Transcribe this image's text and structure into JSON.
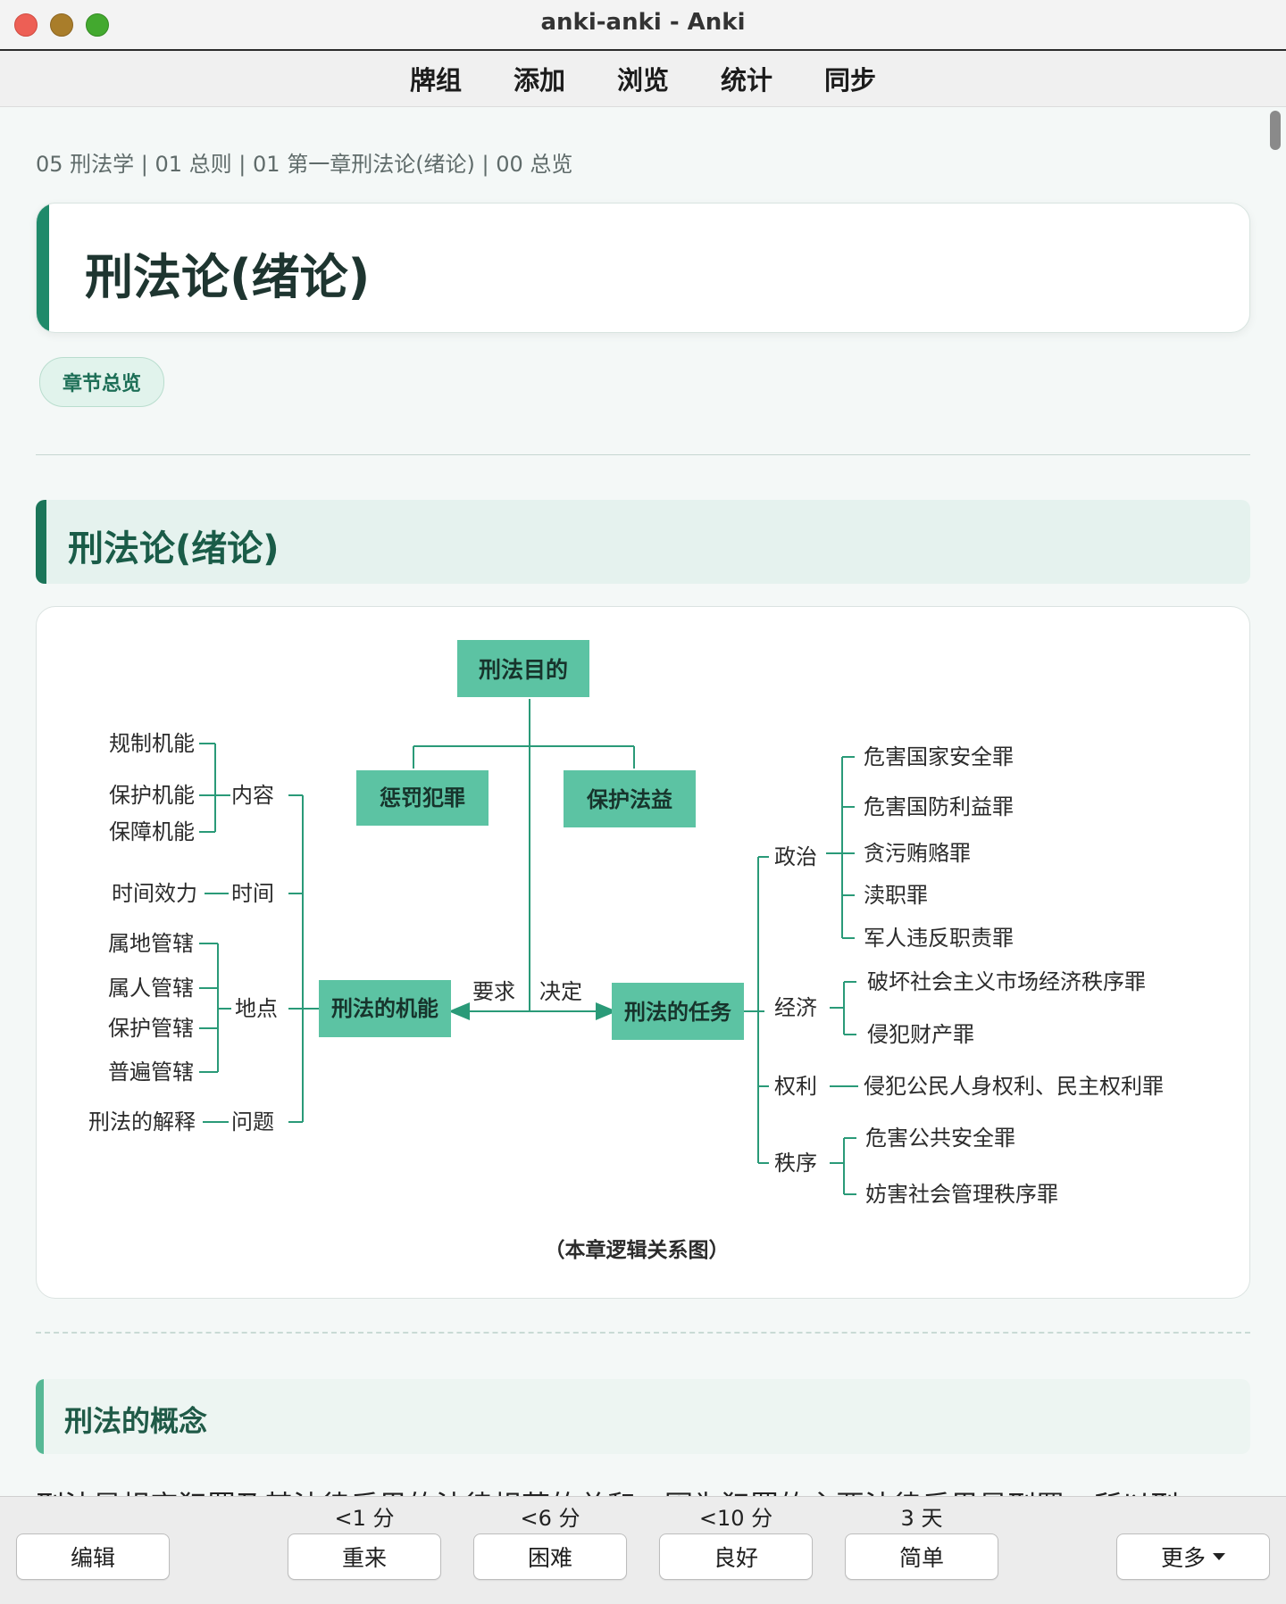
{
  "window": {
    "title": "anki-anki - Anki"
  },
  "toolbar": {
    "items": [
      "牌组",
      "添加",
      "浏览",
      "统计",
      "同步"
    ]
  },
  "card": {
    "breadcrumb": "05 刑法学 | 01 总则 | 01 第一章刑法论(绪论) | 00 总览",
    "title": "刑法论(绪论)",
    "badge": "章节总览",
    "section_title": "刑法论(绪论)",
    "subsection_title": "刑法的概念",
    "body_text": "刑法是规定犯罪及其法律后果的法律规范的总和。因为犯罪的主要法律后果是刑罚，所以刑"
  },
  "diagram": {
    "top_box": "刑法目的",
    "mid_boxes": [
      "惩罚犯罪",
      "保护法益"
    ],
    "function_box": "刑法的机能",
    "task_box": "刑法的任务",
    "arrow_labels": [
      "要求",
      "决定"
    ],
    "left_groups": [
      {
        "label": "内容",
        "items": [
          "规制机能",
          "保护机能",
          "保障机能"
        ]
      },
      {
        "label": "时间",
        "items": [
          "时间效力"
        ]
      },
      {
        "label": "地点",
        "items": [
          "属地管辖",
          "属人管辖",
          "保护管辖",
          "普遍管辖"
        ]
      },
      {
        "label": "问题",
        "items": [
          "刑法的解释"
        ]
      }
    ],
    "right_groups": [
      {
        "label": "政治",
        "items": [
          "危害国家安全罪",
          "危害国防利益罪",
          "贪污贿赂罪",
          "渎职罪",
          "军人违反职责罪"
        ]
      },
      {
        "label": "经济",
        "items": [
          "破坏社会主义市场经济秩序罪",
          "侵犯财产罪"
        ]
      },
      {
        "label": "权利",
        "items": [
          "侵犯公民人身权利、民主权利罪"
        ]
      },
      {
        "label": "秩序",
        "items": [
          "危害公共安全罪",
          "妨害社会管理秩序罪"
        ]
      }
    ],
    "caption": "（本章逻辑关系图）",
    "box_color": "#5cc3a3"
  },
  "bottom": {
    "edit": "编辑",
    "more": "更多",
    "answers": [
      {
        "label": "重来",
        "interval": "<1 分"
      },
      {
        "label": "困难",
        "interval": "<6 分"
      },
      {
        "label": "良好",
        "interval": "<10 分"
      },
      {
        "label": "简单",
        "interval": "3 天"
      }
    ]
  }
}
